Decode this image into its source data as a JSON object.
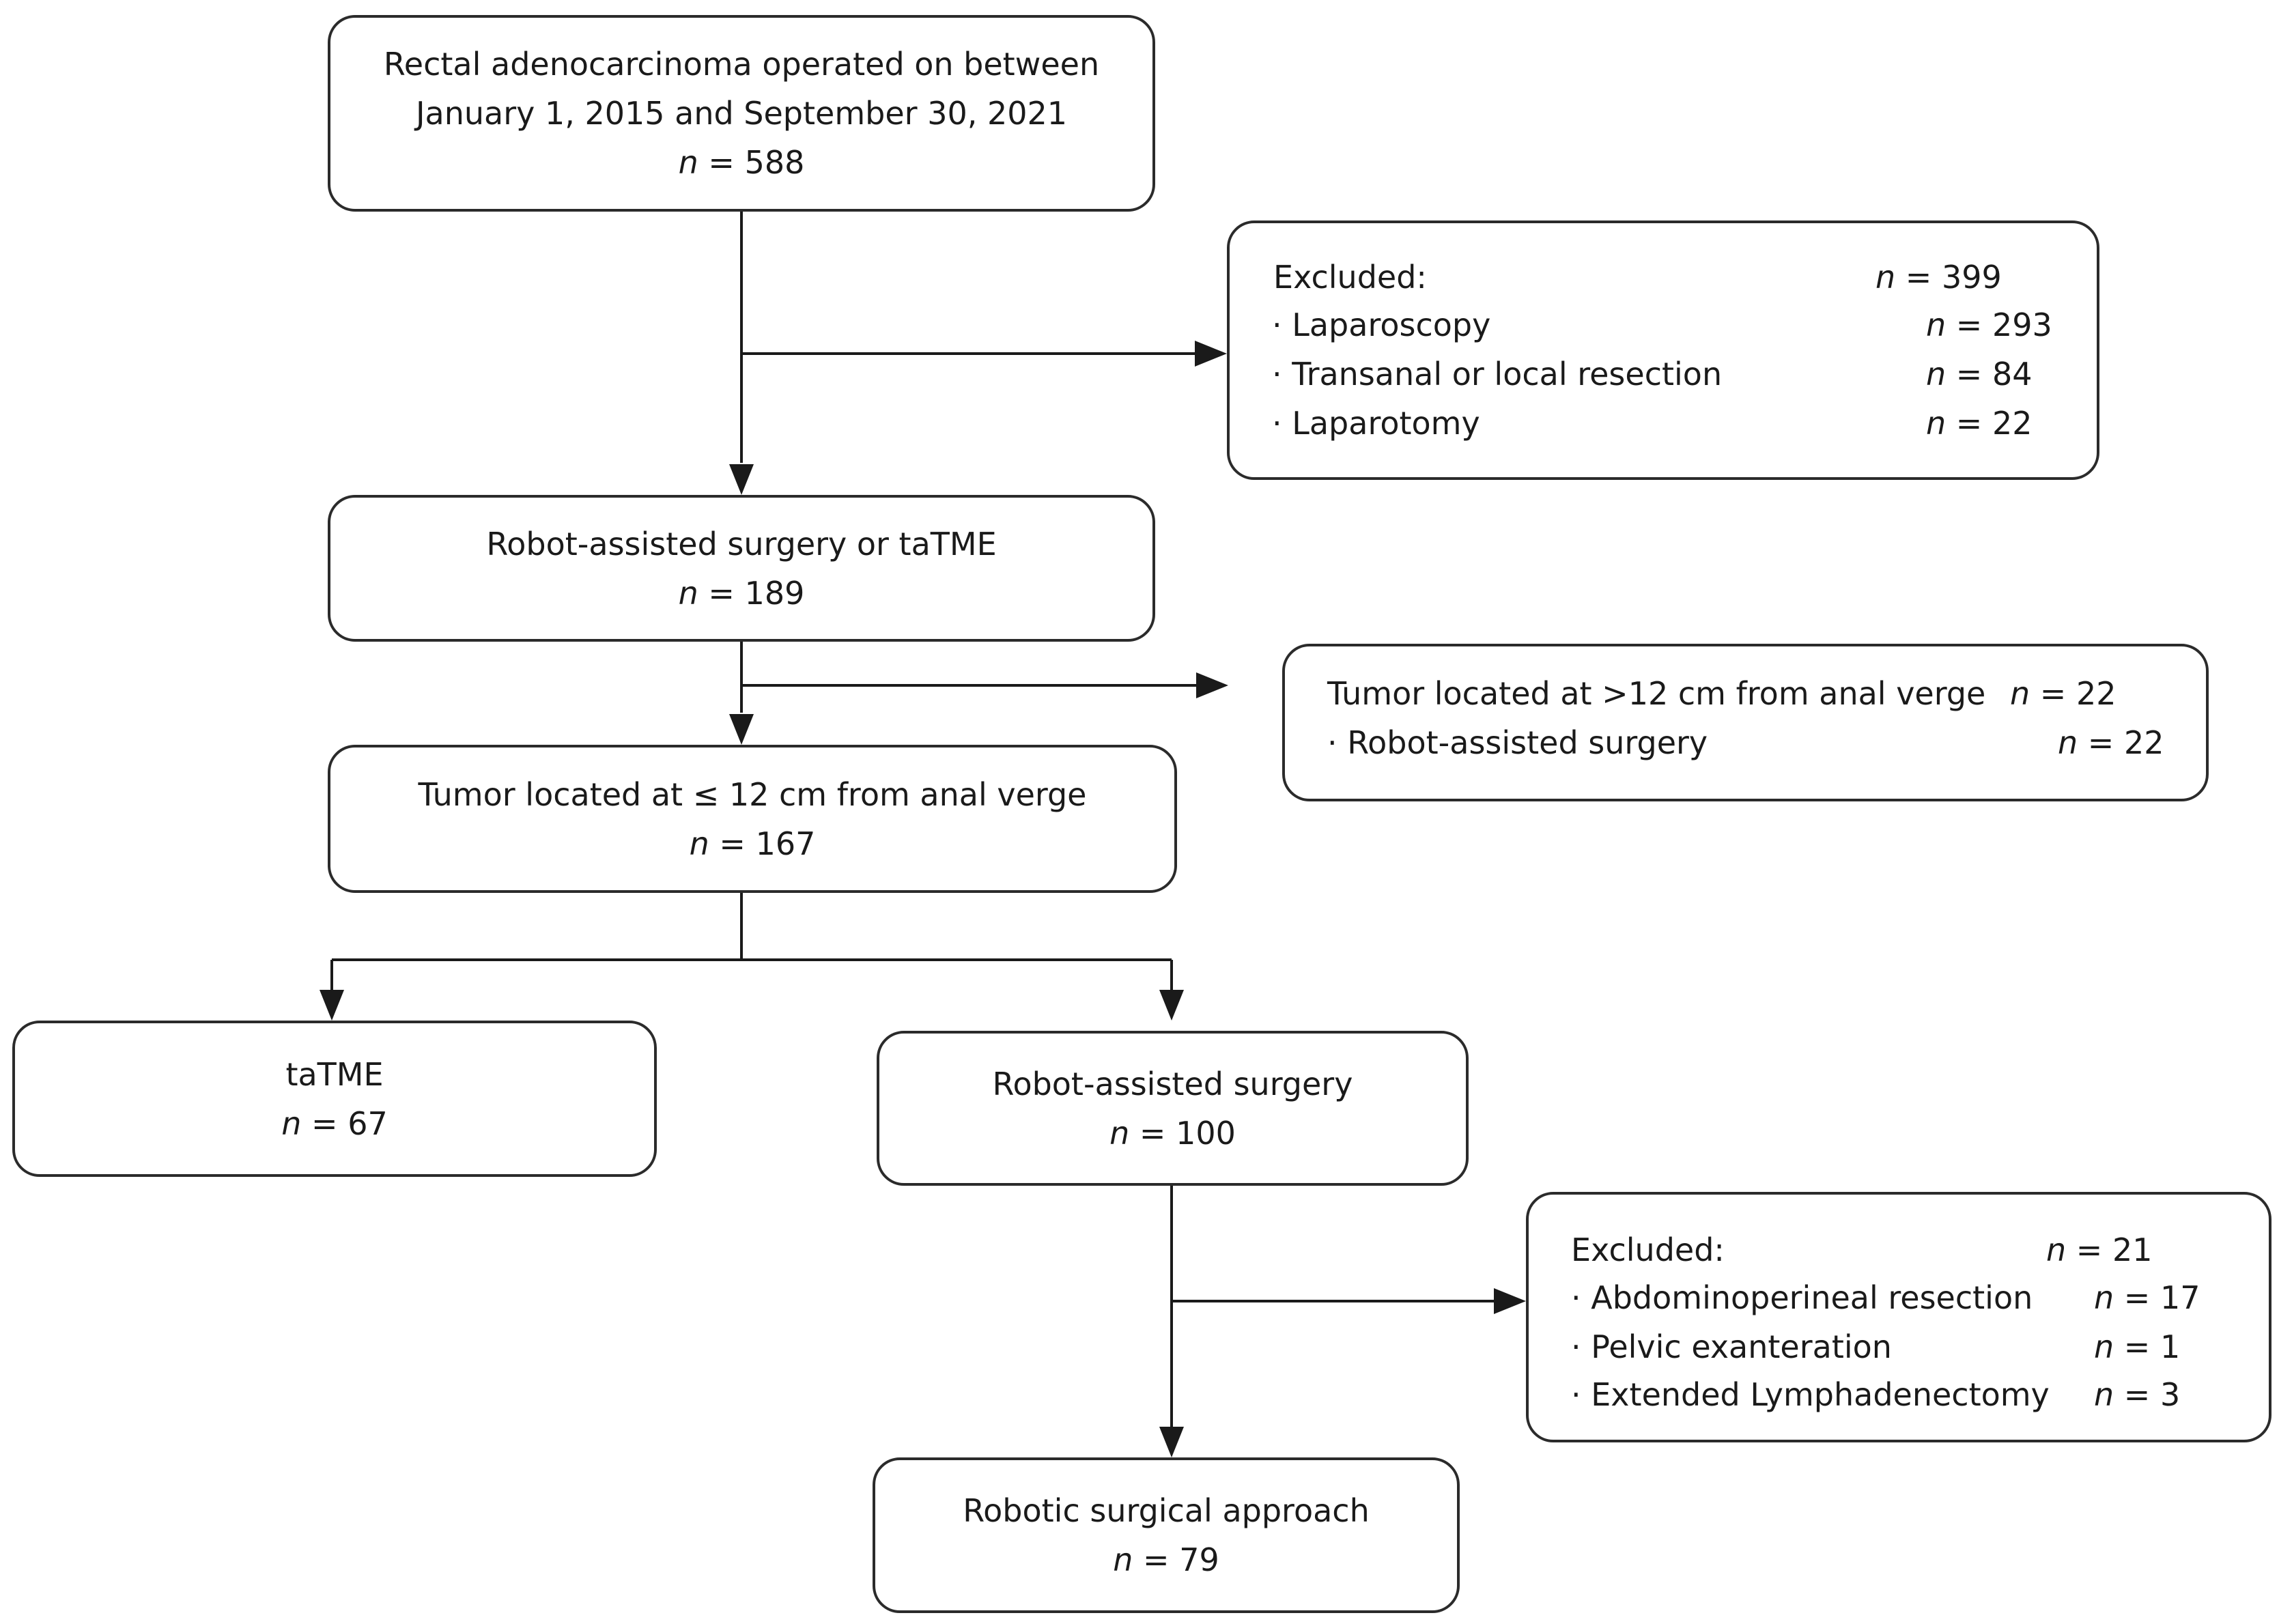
{
  "n_symbol": "n",
  "boxes": {
    "start": {
      "line1": "Rectal adenocarcinoma operated on between",
      "line2": "January 1, 2015 and September 30, 2021",
      "n": " = 588"
    },
    "excl1": {
      "header": "Excluded:",
      "header_n": " = 399",
      "items": [
        {
          "label": "· Laparoscopy",
          "n": " = 293"
        },
        {
          "label": "· Transanal or local resection",
          "n": " = 84"
        },
        {
          "label": "· Laparotomy",
          "n": " = 22"
        }
      ]
    },
    "robot_or_tatme": {
      "line1": "Robot-assisted surgery or taTME",
      "n": " = 189"
    },
    "excl2": {
      "header": "Tumor located at >12 cm from anal verge",
      "header_n": " = 22",
      "items": [
        {
          "label": "· Robot-assisted surgery",
          "n": " = 22"
        }
      ]
    },
    "tumor_le12": {
      "line1": "Tumor located at ≤ 12 cm from anal verge",
      "n": " = 167"
    },
    "tatme": {
      "line1": "taTME",
      "n": " = 67"
    },
    "robot": {
      "line1": "Robot-assisted surgery",
      "n": " = 100"
    },
    "excl3": {
      "header": "Excluded:",
      "header_n": " = 21",
      "items": [
        {
          "label": "· Abdominoperineal resection",
          "n": " = 17"
        },
        {
          "label": "· Pelvic exanteration",
          "n": " = 1"
        },
        {
          "label": "· Extended Lymphadenectomy",
          "n": " = 3"
        }
      ]
    },
    "final": {
      "line1": "Robotic surgical approach",
      "n": " = 79"
    }
  }
}
